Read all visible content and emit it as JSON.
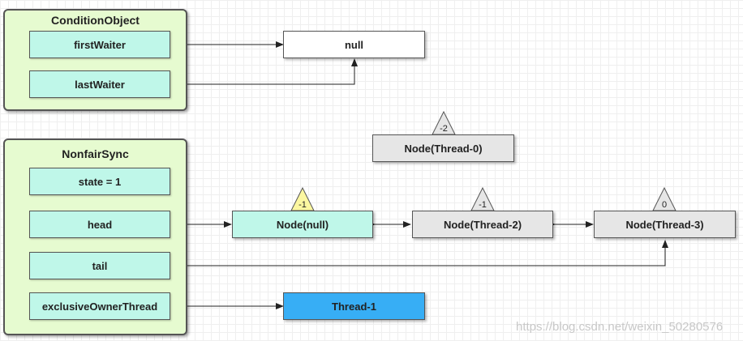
{
  "condition_object": {
    "title": "ConditionObject",
    "first_waiter": "firstWaiter",
    "last_waiter": "lastWaiter"
  },
  "null_node": {
    "label": "null"
  },
  "orphan_node": {
    "label": "Node(Thread-0)",
    "wait_status": "-2"
  },
  "nonfair_sync": {
    "title": "NonfairSync",
    "state": "state = 1",
    "head": "head",
    "tail": "tail",
    "exclusive_owner_thread": "exclusiveOwnerThread"
  },
  "queue": [
    {
      "label": "Node(null)",
      "wait_status": "-1"
    },
    {
      "label": "Node(Thread-2)",
      "wait_status": "-1"
    },
    {
      "label": "Node(Thread-3)",
      "wait_status": "0"
    }
  ],
  "owner_thread": {
    "label": "Thread-1"
  },
  "watermark": "https://blog.csdn.net/weixin_50280576",
  "colors": {
    "container_fill": "#e6fbd0",
    "field_fill": "#bff7e9",
    "node_gray": "#e6e6e6",
    "thread_blue": "#37aef5",
    "triangle_yellow": "#fcf7a0"
  }
}
